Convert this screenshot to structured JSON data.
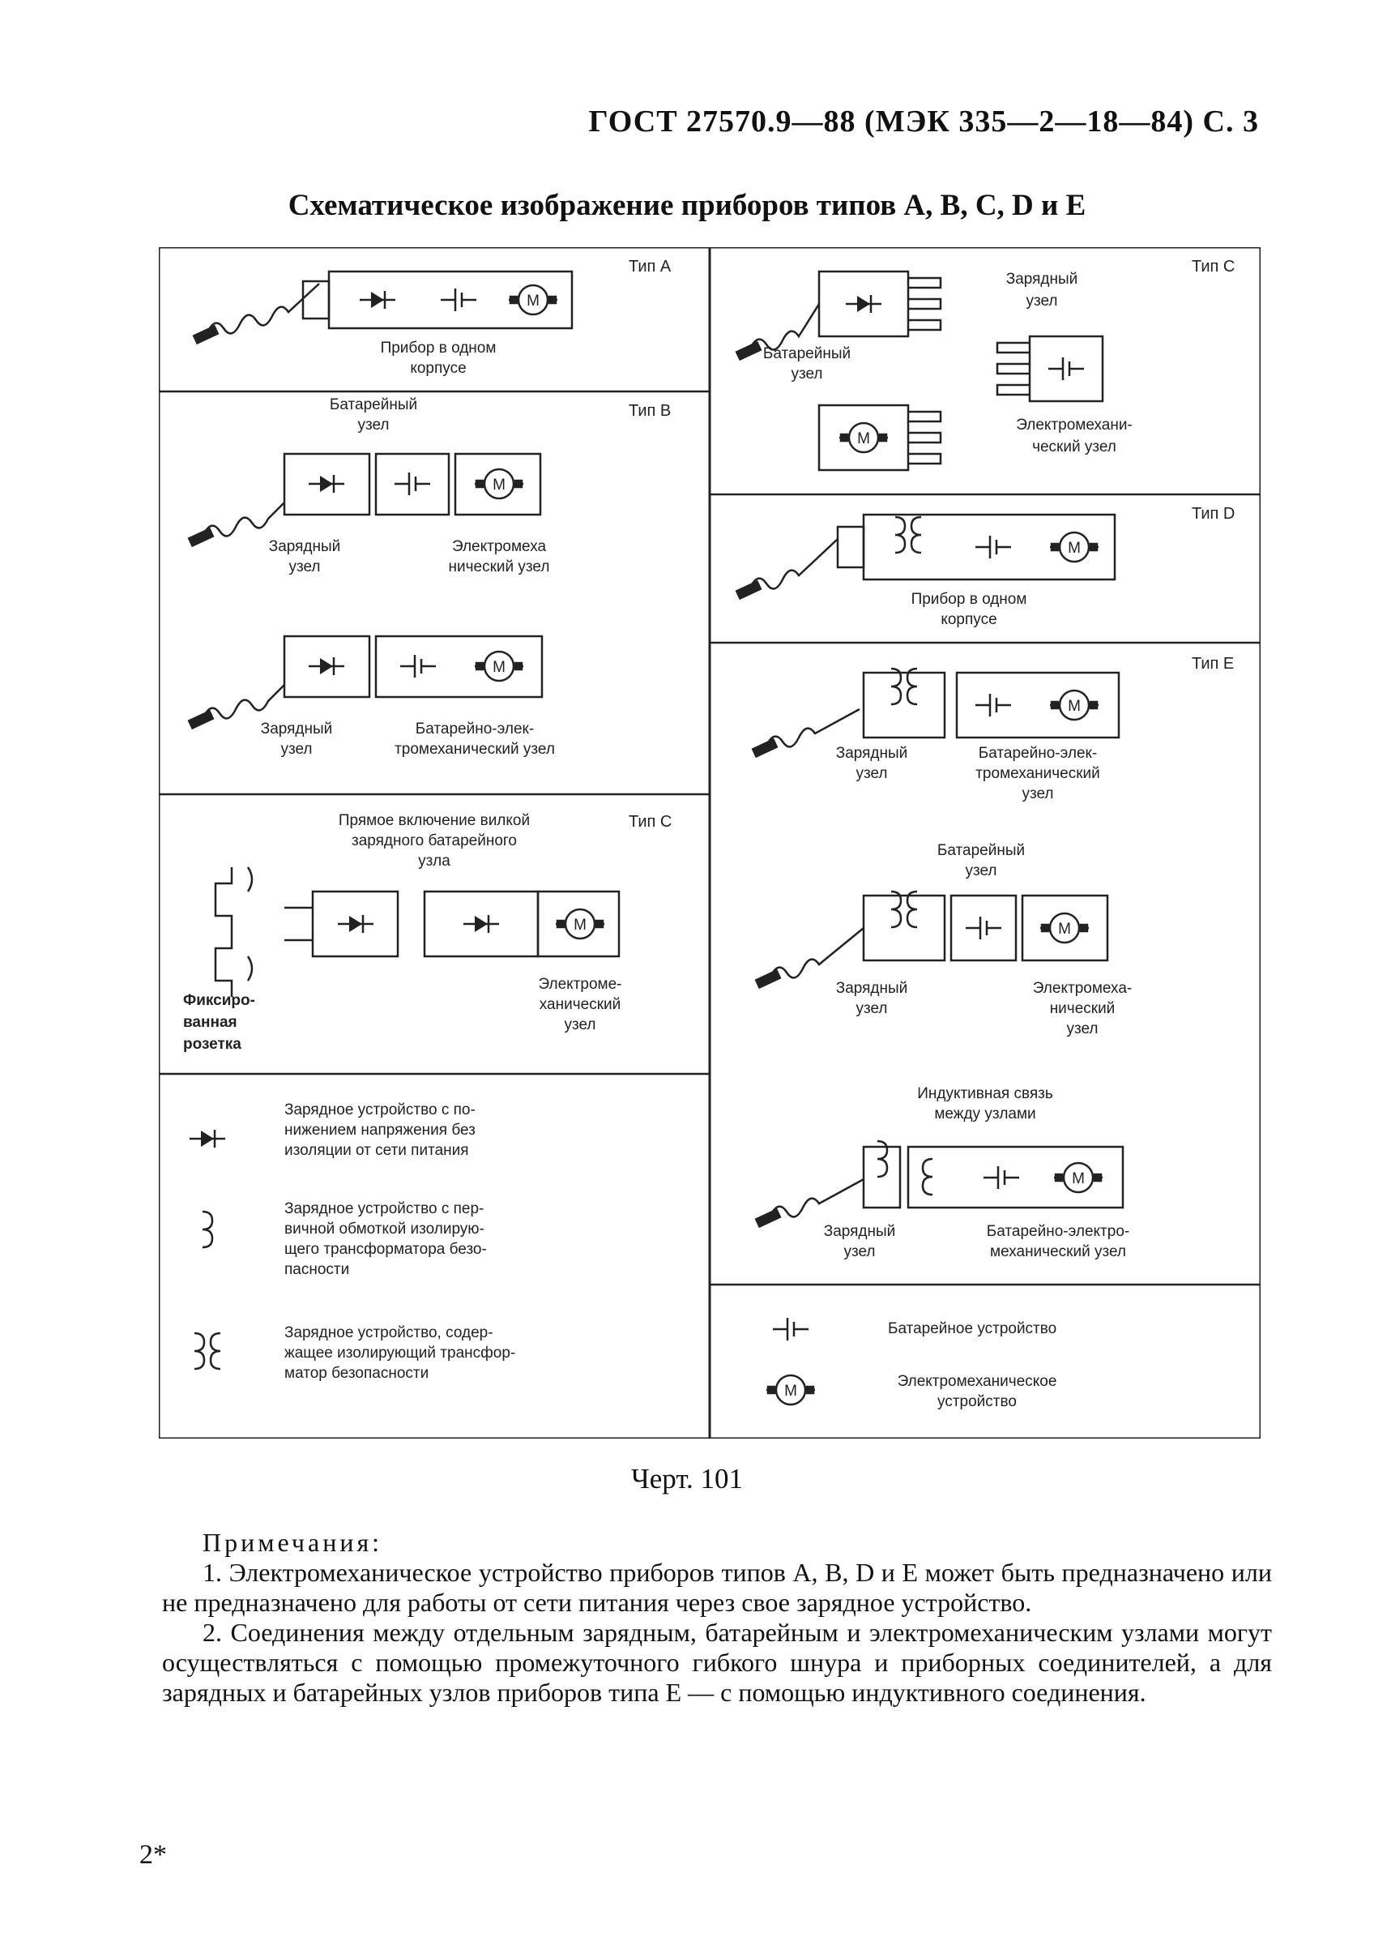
{
  "header": "ГОСТ 27570.9—88 (МЭК 335—2—18—84) С. 3",
  "title": "Схематическое изображение приборов типов А, В, С, D и Е",
  "figure": {
    "typeA": {
      "tag": "Тип А",
      "label1": "Прибор в одном",
      "label2": "корпусе"
    },
    "typeB": {
      "tag": "Тип В",
      "battery1": "Батарейный",
      "battery2": "узел",
      "charger1": "Зарядный",
      "charger2": "узел",
      "em1": "Электромеха",
      "em2": "нический узел",
      "charger3": "Зарядный",
      "charger4": "узел",
      "bem1": "Батарейно-элек-",
      "bem2": "тромеханический узел"
    },
    "typeC1": {
      "tag": "Тип С",
      "l1": "Прямое включение вилкой",
      "l2": "зарядного батарейного",
      "l3": "узла",
      "socket1": "Фиксиро-",
      "socket2": "ванная",
      "socket3": "розетка",
      "em1": "Электроме-",
      "em2": "ханический",
      "em3": "узел"
    },
    "legendLeft": [
      {
        "l1": "Зарядное устройство с по-",
        "l2": "нижением напряжения без",
        "l3": "изоляции от сети питания"
      },
      {
        "l1": "Зарядное устройство с пер-",
        "l2": "вичной обмоткой изолирую-",
        "l3": "щего трансформатора безо-",
        "l4": "пасности"
      },
      {
        "l1": "Зарядное устройство, содер-",
        "l2": "жащее изолирующий транcфор-",
        "l3": "матор безопасности"
      }
    ],
    "typeC2": {
      "tag": "Тип С",
      "charger1": "Зарядный",
      "charger2": "узел",
      "battery1": "Батарейный",
      "battery2": "узел",
      "em1": "Электромехани-",
      "em2": "ческий узел"
    },
    "typeD": {
      "tag": "Тип D",
      "l1": "Прибор в одном",
      "l2": "корпусе"
    },
    "typeE": {
      "tag": "Тип Е",
      "c1": "Зарядный",
      "c2": "узел",
      "bem1": "Батарейно-элек-",
      "bem2": "тромеханический",
      "bem3": "узел",
      "bat1": "Батарейный",
      "bat2": "узел",
      "c3": "Зарядный",
      "c4": "узел",
      "em1": "Электромеха-",
      "em2": "нический",
      "em3": "узел",
      "ind1": "Индуктивная связь",
      "ind2": "между узлами",
      "c5": "Зарядный",
      "c6": "узел",
      "bem4": "Батарейно-электро-",
      "bem5": "механический узел"
    },
    "legendRight": {
      "battery": "Батарейное устройство",
      "motor1": "Электромеханическое",
      "motor2": "устройство"
    },
    "motor_letter": "М"
  },
  "caption": "Черт. 101",
  "notes": {
    "heading": "Примечания:",
    "n1": "1. Электромеханическое устройство приборов типов А, В, D и Е может быть предназначено или не предназначено для работы от сети питания через свое зарядное устройство.",
    "n2": "2. Соединения между отдельным зарядным, батарейным и электромеханическим узлами могут осуществляться с помощью промежуточного гибкого шнура и приборных соединителей, а для зарядных и батарейных узлов приборов типа Е — с помощью индуктивного соединения."
  },
  "page_number": "2*"
}
